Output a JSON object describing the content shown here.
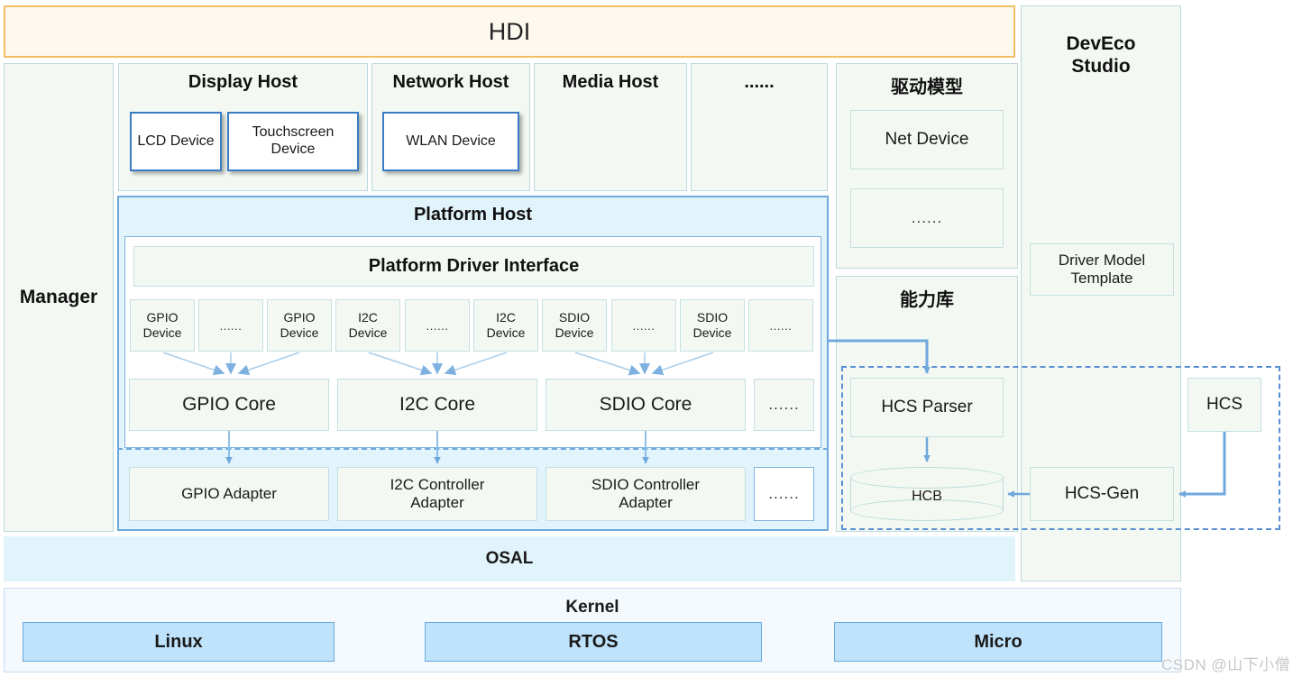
{
  "hdi": {
    "label": "HDI"
  },
  "manager": {
    "label": "Manager"
  },
  "hosts": [
    {
      "title": "Display Host",
      "devices": [
        "LCD\nDevice",
        "Touchscreen\nDevice"
      ]
    },
    {
      "title": "Network Host",
      "devices": [
        "WLAN Device"
      ]
    },
    {
      "title": "Media Host",
      "devices": []
    },
    {
      "title": "......",
      "devices": []
    }
  ],
  "host_device_labels": {
    "lcd": "LCD Device",
    "touchscreen": "Touchscreen Device",
    "wlan": "WLAN Device"
  },
  "platform_host": {
    "title": "Platform Host",
    "driver_interface": "Platform Driver Interface",
    "devices": [
      "GPIO Device",
      "......",
      "GPIO Device",
      "I2C Device",
      "......",
      "I2C Device",
      "SDIO Device",
      "......",
      "SDIO Device",
      "......"
    ],
    "cores": [
      "GPIO Core",
      "I2C Core",
      "SDIO Core",
      "......"
    ],
    "adapters": [
      "GPIO Adapter",
      "I2C Controller Adapter",
      "SDIO Controller Adapter",
      "......"
    ]
  },
  "driver_model": {
    "title": "驱动模型",
    "items": [
      "Net Device",
      "......"
    ]
  },
  "capability_lib": {
    "title": "能力库",
    "hcs_parser": "HCS Parser",
    "hcb": "HCB"
  },
  "deveco": {
    "title": "DevEco\nStudio",
    "title_line1": "DevEco",
    "title_line2": "Studio",
    "driver_model_template": "Driver Model\nTemplate",
    "template_line1": "Driver Model",
    "template_line2": "Template",
    "hcs_gen": "HCS-Gen"
  },
  "hcs": {
    "label": "HCS"
  },
  "osal": {
    "label": "OSAL"
  },
  "kernel": {
    "title": "Kernel",
    "items": [
      "Linux",
      "RTOS",
      "Micro"
    ]
  },
  "watermark": {
    "text": "CSDN @山下小僧"
  },
  "colors": {
    "hdi_fill": "#fdf9ef",
    "hdi_border": "#f2bd63",
    "panel_fill": "#f3f9f2",
    "panel_border": "#bcd9dd",
    "platform_fill": "#e2f4fb",
    "platform_border": "#6fa8dc",
    "device_border": "#3b7cc4",
    "kernel_item_fill": "#bfe3fb",
    "arrow": "#6fa8dc",
    "dashed": "#5b8fd4"
  }
}
